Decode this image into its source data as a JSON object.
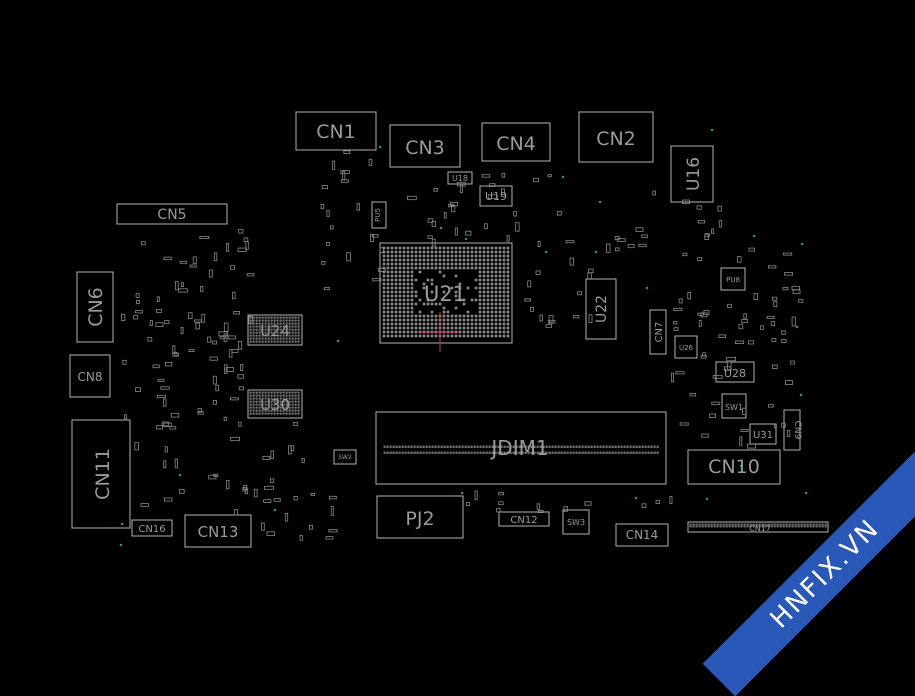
{
  "viewer": {
    "title": "",
    "background": "#000000",
    "outline_color": "#b4b4b4",
    "label_color": "#9a9a9a",
    "via_color": "#1fa37a",
    "marker_color": "#d1335b"
  },
  "components": {
    "CN1": "CN1",
    "CN2": "CN2",
    "CN3": "CN3",
    "CN4": "CN4",
    "CN5": "CN5",
    "CN6": "CN6",
    "CN7": "CN7",
    "CN8": "CN8",
    "CN9": "CN9",
    "CN10": "CN10",
    "CN11": "CN11",
    "CN12": "CN12",
    "CN13": "CN13",
    "CN14": "CN14",
    "CN16": "CN16",
    "CN17": "CN17",
    "U16": "U16",
    "U18": "U18",
    "U19": "U19",
    "U21": "U21",
    "U22": "U22",
    "U24": "U24",
    "U26": "U26",
    "U28": "U28",
    "U30": "U30",
    "U31": "U31",
    "JDIM1": "JDIM1",
    "PJ2": "PJ2",
    "SW1": "SW1",
    "SW2": "SW2",
    "SW3": "SW3",
    "PU5": "PU5",
    "PU8": "PU8"
  },
  "watermark": {
    "text": "HNFIX.VN",
    "color": "#2a58b8"
  }
}
